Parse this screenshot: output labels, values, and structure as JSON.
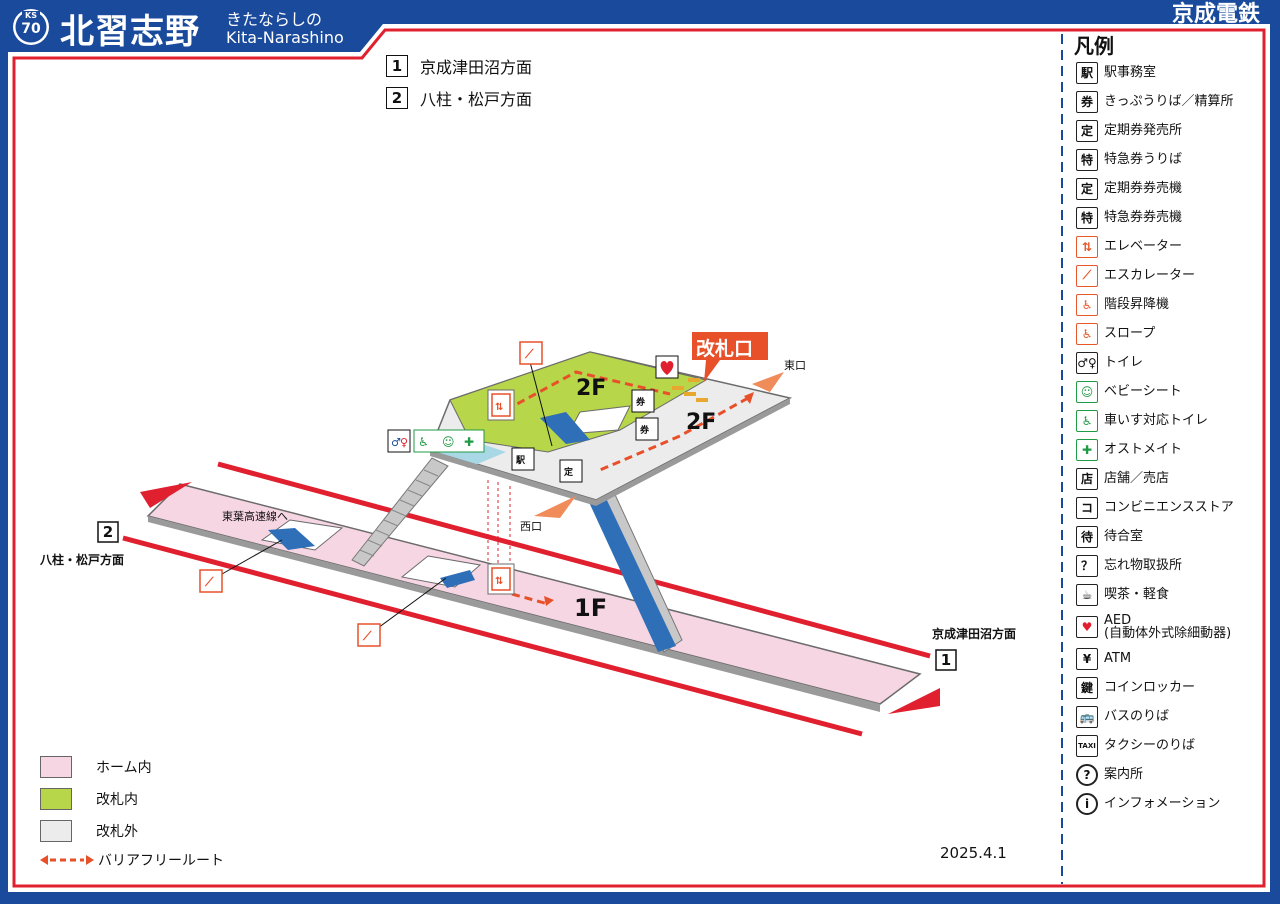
{
  "station": {
    "code_line": "KS",
    "code_number": "70",
    "name": "北習志野",
    "kana": "きたならしの",
    "roman": "Kita-Narashino",
    "railway": "京成電鉄"
  },
  "directions": [
    {
      "number": "1",
      "label": "京成津田沼方面"
    },
    {
      "number": "2",
      "label": "八柱・松戸方面"
    }
  ],
  "map": {
    "floor_2f": "2F",
    "floor_1f": "1F",
    "ticket_gate": "改札口",
    "east_exit": "東口",
    "west_exit": "西口",
    "toyo_line": "東葉高速線へ",
    "platform_right_label": "京成津田沼方面",
    "platform_left_label": "八柱・松戸方面",
    "platform_right_number": "1",
    "platform_left_number": "2"
  },
  "legend": {
    "title": "凡例",
    "items": [
      {
        "icon": "station-office-icon",
        "glyph": "駅",
        "label": "駅事務室"
      },
      {
        "icon": "ticket-office-icon",
        "glyph": "券",
        "label": "きっぷうりば／精算所"
      },
      {
        "icon": "commuter-pass-office-icon",
        "glyph": "定",
        "label": "定期券発売所"
      },
      {
        "icon": "limited-express-ticket-icon",
        "glyph": "特",
        "label": "特急券うりば"
      },
      {
        "icon": "commuter-pass-machine-icon",
        "glyph": "定",
        "label": "定期券券売機"
      },
      {
        "icon": "limited-express-machine-icon",
        "glyph": "特",
        "label": "特急券券売機"
      },
      {
        "icon": "elevator-icon",
        "glyph": "⇅",
        "label": "エレベーター",
        "color": "orange"
      },
      {
        "icon": "escalator-icon",
        "glyph": "⟋",
        "label": "エスカレーター",
        "color": "orange"
      },
      {
        "icon": "stair-lift-icon",
        "glyph": "♿",
        "label": "階段昇降機",
        "color": "orange"
      },
      {
        "icon": "slope-icon",
        "glyph": "♿",
        "label": "スロープ",
        "color": "orange"
      },
      {
        "icon": "toilet-icon",
        "glyph": "♂♀",
        "label": "トイレ"
      },
      {
        "icon": "baby-seat-icon",
        "glyph": "☺",
        "label": "ベビーシート",
        "color": "green"
      },
      {
        "icon": "wheelchair-toilet-icon",
        "glyph": "♿",
        "label": "車いす対応トイレ",
        "color": "green"
      },
      {
        "icon": "ostomate-icon",
        "glyph": "✚",
        "label": "オストメイト",
        "color": "green"
      },
      {
        "icon": "shop-icon",
        "glyph": "店",
        "label": "店舗／売店"
      },
      {
        "icon": "convenience-store-icon",
        "glyph": "コ",
        "label": "コンビニエンスストア"
      },
      {
        "icon": "waiting-room-icon",
        "glyph": "待",
        "label": "待合室"
      },
      {
        "icon": "lost-property-icon",
        "glyph": "？",
        "label": "忘れ物取扱所"
      },
      {
        "icon": "cafe-icon",
        "glyph": "☕",
        "label": "喫茶・軽食"
      },
      {
        "icon": "aed-icon",
        "glyph": "♥",
        "label": "AED",
        "label2": "(自動体外式除細動器)",
        "color": "red"
      },
      {
        "icon": "atm-icon",
        "glyph": "¥",
        "label": "ATM"
      },
      {
        "icon": "coin-locker-icon",
        "glyph": "鍵",
        "label": "コインロッカー"
      },
      {
        "icon": "bus-icon",
        "glyph": "🚌",
        "label": "バスのりば"
      },
      {
        "icon": "taxi-icon",
        "glyph": "TAXI",
        "label": "タクシーのりば"
      },
      {
        "icon": "information-desk-icon",
        "glyph": "?",
        "label": "案内所",
        "shape": "circle"
      },
      {
        "icon": "information-icon",
        "glyph": "i",
        "label": "インフォメーション",
        "shape": "circle"
      }
    ]
  },
  "key": {
    "platform": "ホーム内",
    "inside_gate": "改札内",
    "outside_gate": "改札外",
    "barrier_free": "バリアフリールート"
  },
  "colors": {
    "frame_blue": "#1a4a9c",
    "frame_red": "#e0202f",
    "platform_pink": "#f7d6e4",
    "inside_gate_green": "#b7d64a",
    "outside_gate_gray": "#ececec",
    "route_orange": "#e8502a"
  },
  "date": "2025.4.1"
}
